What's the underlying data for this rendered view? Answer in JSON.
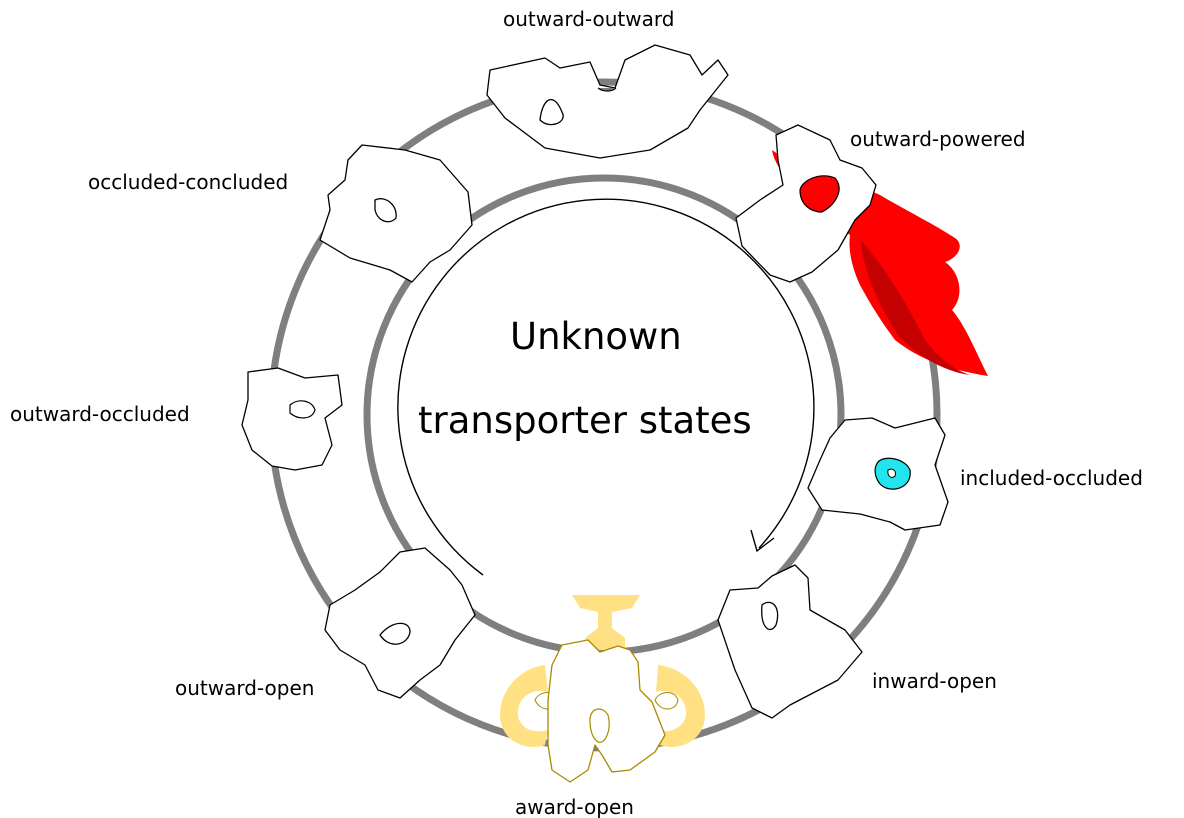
{
  "diagram": {
    "center_title_line1": "Unknown",
    "center_title_line2": "transporter states",
    "states": [
      {
        "key": "outward_outward",
        "label": "outward-outward"
      },
      {
        "key": "outward_powered",
        "label": "outward-powered"
      },
      {
        "key": "included_occluded",
        "label": "included-occluded"
      },
      {
        "key": "inward_open",
        "label": "inward-open"
      },
      {
        "key": "award_open",
        "label": "award-open"
      },
      {
        "key": "outward_open",
        "label": "outward-open"
      },
      {
        "key": "outward_occluded",
        "label": "outward-occluded"
      },
      {
        "key": "occluded_concluded",
        "label": "occluded-concluded"
      }
    ],
    "colors": {
      "ring": "#7f7f7f",
      "cape": "#ff0000",
      "cape_shadow": "#c40000",
      "substrate": "#22e4ee",
      "trophy": "#ffe184",
      "trophy_outline": "#a88a00",
      "arrow": "#000000"
    },
    "icons": [
      "cape-icon",
      "substrate-icon",
      "trophy-icon",
      "cycle-arrow-icon"
    ]
  }
}
